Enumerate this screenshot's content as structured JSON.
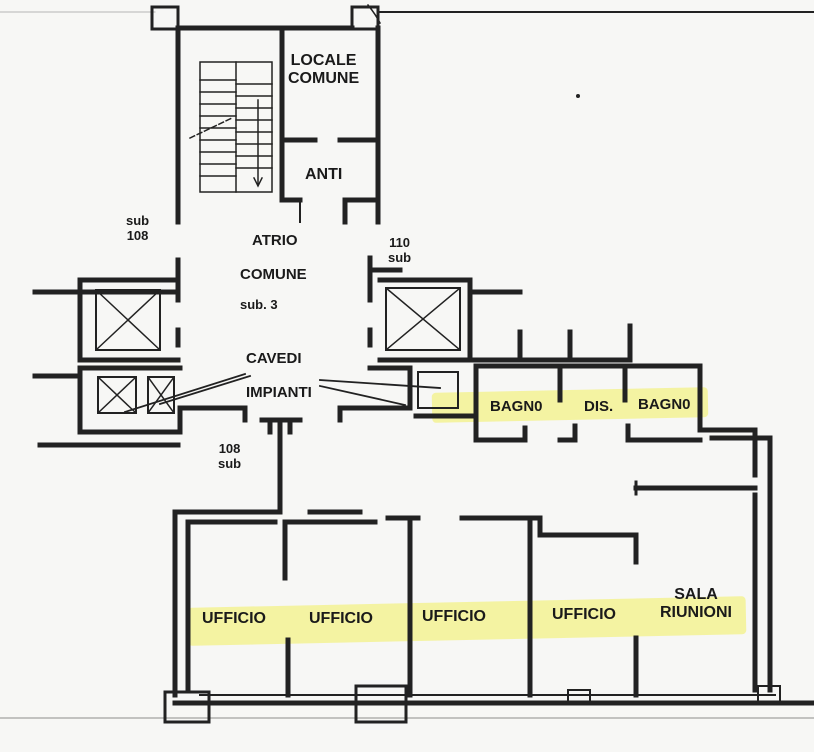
{
  "rooms": {
    "locale_comune": "LOCALE\nCOMUNE",
    "anti": "ANTI",
    "atrio": "ATRIO",
    "comune": "COMUNE",
    "sub3": "sub. 3",
    "cavedi": "CAVEDI",
    "impianti": "IMPIANTI",
    "bagno_1": "BAGN0",
    "dis": "DIS.",
    "bagno_2": "BAGN0",
    "ufficio_1": "UFFICIO",
    "ufficio_2": "UFFICIO",
    "ufficio_3": "UFFICIO",
    "ufficio_4": "UFFICIO",
    "sala_riunioni": "SALA\nRIUNIONI"
  },
  "subs": {
    "top_left": "sub\n108",
    "top_right": "110\nsub",
    "bottom": "108\nsub"
  },
  "colors": {
    "wall": "#222222",
    "paper": "#f7f7f5",
    "highlight": "#f3f28a"
  }
}
